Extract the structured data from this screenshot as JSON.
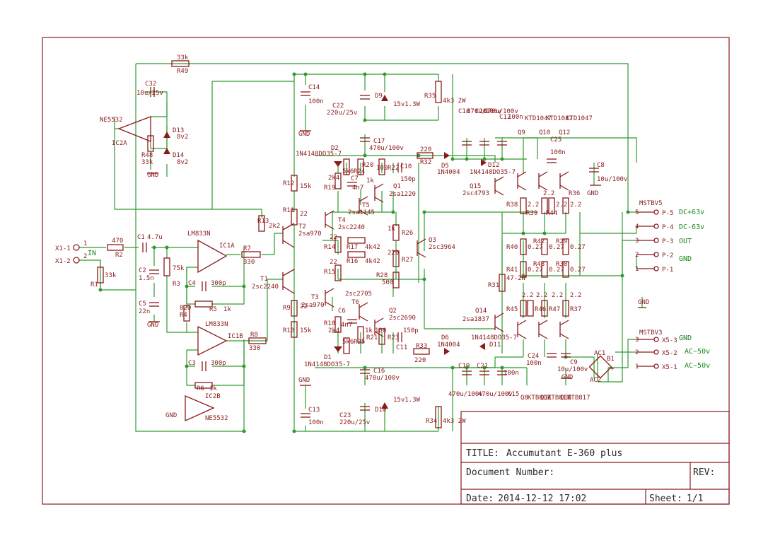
{
  "title_block": {
    "title_label": "TITLE:",
    "title": "Accumutant E-360 plus",
    "docnum_label": "Document Number:",
    "rev_label": "REV:",
    "date_label": "Date:",
    "date": "2014-12-12 17:02",
    "sheet_label": "Sheet:",
    "sheet": "1/1"
  },
  "inputs": {
    "x1_1": "X1-1",
    "x1_2": "X1-2",
    "in_net": "IN",
    "pin1": "1",
    "pin2": "2"
  },
  "connectors": {
    "mstbv5": "MSTBV5",
    "mstbv3": "MSTBV3",
    "p5": "P-5",
    "p4": "P-4",
    "p3": "P-3",
    "p2": "P-2",
    "p1": "P-1",
    "x53": "X5-3",
    "x52": "X5-2",
    "x51": "X5-1",
    "n5": "5",
    "n4": "4",
    "n3": "3",
    "n2": "2",
    "n1": "1",
    "dc_pos": "DC+63v",
    "dc_neg": "DC-63v",
    "out": "OUT",
    "gnd1": "GND",
    "gnd2": "GND",
    "gnd3": "GND",
    "ac1": "AC~50v",
    "ac2": "AC~50v"
  },
  "parts": {
    "r49": "R49",
    "r49v": "33k",
    "c32": "C32",
    "c32v": "10u/25v",
    "ne5532": "NE5532",
    "ic2a": "IC2A",
    "ic2b": "IC2B",
    "ne5532b": "NE5532",
    "r48": "R48",
    "r48v": "33k",
    "d13": "D13",
    "d13v": "8v2",
    "d14": "D14",
    "d14v": "8v2",
    "r2": "R2",
    "r2v": "470",
    "c1": "C1",
    "c1v": "4.7u",
    "r1": "R1",
    "r1v": "33k",
    "c2": "C2",
    "c2v": "1.5n",
    "r3": "R3",
    "r3v": "75k",
    "c5": "C5",
    "c5v": "22n",
    "lm833a": "LM833N",
    "ic1a": "IC1A",
    "lm833b": "LM833N",
    "ic1b": "IC1B",
    "c4": "C4",
    "c4v": "300p",
    "r5": "R5",
    "r5v": "1k",
    "r4": "R4",
    "r4v": "820",
    "c3": "C3",
    "c3v": "300p",
    "r6": "R6",
    "r6v": "1k",
    "r7": "R7",
    "r7v": "330",
    "r8": "R8",
    "r8v": "330",
    "r13": "R13",
    "r13v": "2k2",
    "t2": "T2",
    "t2v": "2sa970",
    "t1": "T1",
    "t1v": "2sc2240",
    "t3": "T3",
    "t3v": "2sa970",
    "r12": "R12",
    "r12v": "15k",
    "r11": "R11",
    "r11v": "22",
    "r9": "R9",
    "r9v": "22",
    "r10": "R10",
    "r10v": "15k",
    "c14": "C14",
    "c14v": "100n",
    "c13": "C13",
    "c13v": "100n",
    "c22": "C22",
    "c22v": "220u/25v",
    "c23": "C23",
    "c23v": "220u/25v",
    "d9": "D9",
    "d9v": "15v1.3W",
    "d10": "D10",
    "d10v": "15v1.3W",
    "r35": "R35",
    "r35v": "4k3 2W",
    "r34": "R34",
    "r34v": "4k3 2W",
    "c17": "C17",
    "c17v": "470u/100v",
    "c16": "C16",
    "c16v": "470u/100v",
    "d2": "D2",
    "d2v": "1N4148DO35-7",
    "d1": "D1",
    "d1v": "1N4148DO35-7",
    "r19": "R19",
    "r19v": "2k4",
    "r24": "R24",
    "r24v": "5k6",
    "c7": "C7",
    "c7v": "4n7",
    "r20": "R20",
    "r20v": "1k",
    "r22": "R22",
    "r22v": "100",
    "q1": "Q1",
    "q1v": "2sa1220",
    "t5": "T5",
    "t5v": "2sa1145",
    "t4": "T4",
    "t4v": "2sc2240",
    "r14": "R14",
    "r14v": "22",
    "r15": "R15",
    "r15v": "22",
    "r17": "R17",
    "r17v": "4k42",
    "r16": "R16",
    "r16v": "4k42",
    "r26": "R26",
    "r26v": "1k",
    "r27": "R27",
    "r27v": "220",
    "r28": "R28",
    "r28v": "500",
    "q3": "Q3",
    "q3v": "2sc3964",
    "t6": "T6",
    "t6v": "2sc2705",
    "c6": "C6",
    "c6v": "4n7",
    "r18": "R18",
    "r18v": "2k4",
    "r25": "R25",
    "r25v": "5k6",
    "r21": "R21",
    "r21v": "1k",
    "r23": "R23",
    "r23v": "100",
    "q2": "Q2",
    "q2v": "2sc2690",
    "c11": "C11",
    "c11v": "150p",
    "c10": "C10",
    "c10v": "150p",
    "r32": "R32",
    "r32v": "220",
    "d5": "D5",
    "d5v": "1N4004",
    "r33": "R33",
    "r33v": "220",
    "d6": "D6",
    "d6v": "1N4004",
    "c18": "C18",
    "c18v": "470u/100v",
    "c20": "C20",
    "c20v": "470u/100v",
    "c12": "C12",
    "c12v": "100n",
    "c19": "C19",
    "c19v": "470u/100v",
    "c21": "C21",
    "c21v": "470u/100v",
    "c15": "C15",
    "c15v": "100n",
    "d12": "D12",
    "d12v": "1N4148DO35-7",
    "d11": "D11",
    "d11v": "1N4148DO35-7",
    "q15": "Q15",
    "q15v": "2sc4793",
    "q14": "Q14",
    "q14v": "2sa1837",
    "q9": "Q9",
    "q9v": "KTD1047",
    "q10": "Q10",
    "q10v": "KTD1047",
    "q12": "Q12",
    "q12v": "KTD1047",
    "q8": "Q8",
    "q8v": "KTB817",
    "q11": "Q11",
    "q11v": "KTB817",
    "q13": "Q13",
    "q13v": "KTB817",
    "r38": "R38",
    "r39": "R39",
    "r44": "R44",
    "r36": "R36",
    "v22": "2.2",
    "r40": "R40",
    "r42": "R42",
    "r29": "R29",
    "r41": "R41",
    "r43": "R43",
    "r30": "R30",
    "v027": "0.27",
    "r31": "R31",
    "r31v": "47-2W",
    "r45": "R45",
    "r46": "R46",
    "r47": "R47",
    "r37": "R37",
    "c25": "C25",
    "c25v": "100n",
    "c8": "C8",
    "c8v": "10u/100v",
    "c24": "C24",
    "c24v": "100n",
    "c9": "C9",
    "c9v": "10u/100v",
    "b1": "B1",
    "ac1": "AC1",
    "ac2": "AC2",
    "gnd": "GND",
    "plus": "+",
    "minus": "-"
  }
}
